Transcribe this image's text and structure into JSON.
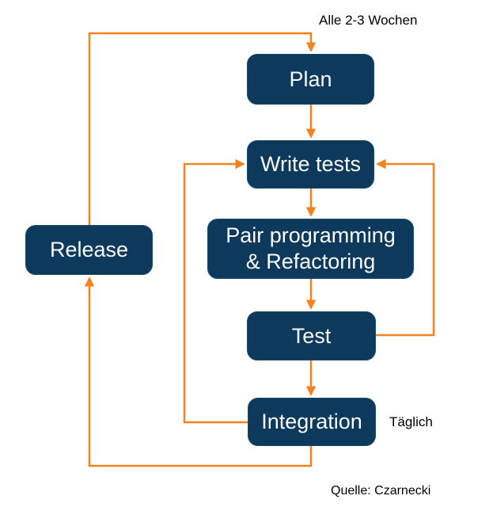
{
  "diagram": {
    "annotations": {
      "cycle_weeks": "Alle 2-3 Wochen",
      "daily": "Täglich",
      "source": "Quelle: Czarnecki"
    },
    "nodes": {
      "plan": {
        "label": "Plan"
      },
      "write_tests": {
        "label": "Write tests"
      },
      "pair_programming": {
        "label_line1": "Pair programming",
        "label_line2": "& Refactoring"
      },
      "test": {
        "label": "Test"
      },
      "integration": {
        "label": "Integration"
      },
      "release": {
        "label": "Release"
      }
    },
    "edges": [
      {
        "from": "release",
        "to": "plan",
        "note": "Alle 2-3 Wochen"
      },
      {
        "from": "plan",
        "to": "write_tests"
      },
      {
        "from": "write_tests",
        "to": "pair_programming"
      },
      {
        "from": "pair_programming",
        "to": "test"
      },
      {
        "from": "test",
        "to": "integration"
      },
      {
        "from": "integration",
        "to": "release"
      },
      {
        "from": "integration",
        "to": "write_tests",
        "note": "Täglich"
      },
      {
        "from": "test",
        "to": "write_tests"
      }
    ],
    "colors": {
      "node_fill": "#0d3a5c",
      "node_text": "#fafafa",
      "arrow": "#f6821f",
      "annotation_text": "#000000",
      "background": "#ffffff"
    }
  }
}
